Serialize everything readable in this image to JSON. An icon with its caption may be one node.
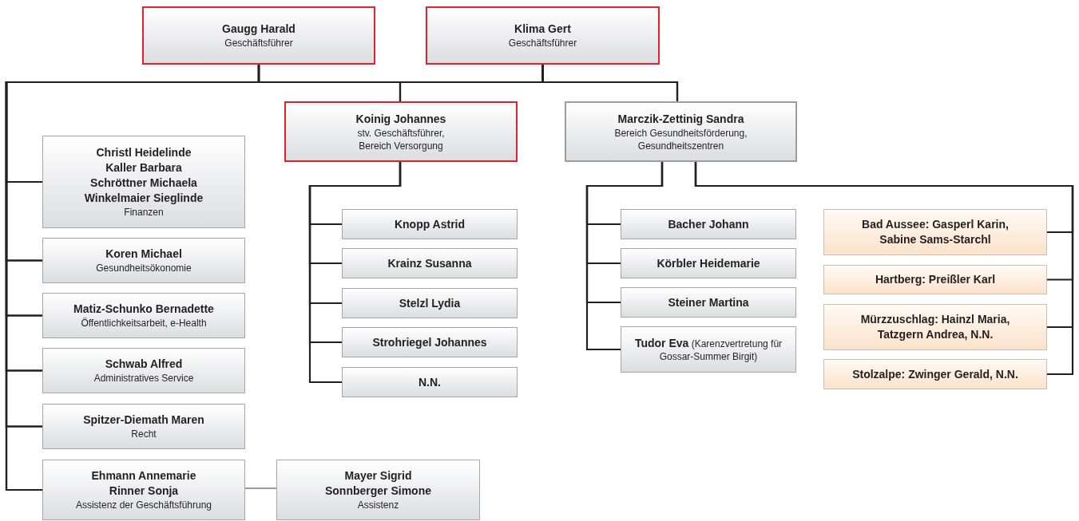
{
  "diagram": {
    "nodes": [
      {
        "text": [
          "Gaugg Harald",
          "Geschäftsführer"
        ]
      },
      {
        "text": [
          "Klima Gert",
          "Geschäftsführer"
        ]
      },
      {
        "text": [
          "Christl Heidelinde",
          "Kaller Barbara",
          "Schröttner Michaela",
          "Winkelmaier Sieglinde",
          "Finanzen"
        ]
      },
      {
        "text": [
          "Koren Michael",
          "Gesundheitsökonomie"
        ]
      },
      {
        "text": [
          "Matiz-Schunko Bernadette",
          "Öffentlichkeitsarbeit, e-Health"
        ]
      },
      {
        "text": [
          "Schwab Alfred",
          "Administratives Service"
        ]
      },
      {
        "text": [
          "Spitzer-Diemath Maren",
          "Recht"
        ]
      },
      {
        "text": [
          "Ehmann Annemarie",
          "Rinner Sonja",
          "Assistenz der Geschäftsführung"
        ]
      },
      {
        "text": [
          "Mayer Sigrid",
          "Sonnberger Simone",
          "Assistenz"
        ]
      },
      {
        "text": [
          "Koinig Johannes",
          "stv. Geschäftsführer, Bereich Versorgung"
        ]
      },
      {
        "text": [
          "Knopp Astrid"
        ]
      },
      {
        "text": [
          "Krainz Susanna"
        ]
      },
      {
        "text": [
          "Stelzl Lydia"
        ]
      },
      {
        "text": [
          "Strohriegel Johannes"
        ]
      },
      {
        "text": [
          "N.N."
        ]
      },
      {
        "text": [
          "Marczik-Zettinig Sandra",
          "Bereich Gesundheitsförderung, Gesundheitszentren"
        ]
      },
      {
        "text": [
          "Bacher Johann"
        ]
      },
      {
        "text": [
          "Körbler Heidemarie"
        ]
      },
      {
        "text": [
          "Steiner Martina"
        ]
      },
      {
        "text": [
          "**Tudor Eva** (Karenzvertretung für Gossar-Summer Birgit)"
        ]
      },
      {
        "text": [
          "Bad Aussee: Gasperl Karin, Sabine Sams-Starchl"
        ]
      },
      {
        "text": [
          "Hartberg: Preißler Karl"
        ]
      },
      {
        "text": [
          "Mürzzuschlag: Hainzl Maria, Tatzgern Andrea, N.N."
        ]
      },
      {
        "text": [
          "Stolzalpe: Zwinger Gerald, N.N."
        ]
      }
    ],
    "edges": [
      {
        "from": 0,
        "to": 2,
        "arrow": "none"
      },
      {
        "from": 0,
        "to": 3,
        "arrow": "none"
      },
      {
        "from": 0,
        "to": 4,
        "arrow": "none"
      },
      {
        "from": 0,
        "to": 5,
        "arrow": "none"
      },
      {
        "from": 0,
        "to": 6,
        "arrow": "none"
      },
      {
        "from": 0,
        "to": 7,
        "arrow": "none"
      },
      {
        "from": 0,
        "to": 9,
        "arrow": "none"
      },
      {
        "from": 0,
        "to": 15,
        "arrow": "none"
      },
      {
        "from": 1,
        "to": 2,
        "arrow": "none"
      },
      {
        "from": 1,
        "to": 3,
        "arrow": "none"
      },
      {
        "from": 1,
        "to": 4,
        "arrow": "none"
      },
      {
        "from": 1,
        "to": 5,
        "arrow": "none"
      },
      {
        "from": 1,
        "to": 6,
        "arrow": "none"
      },
      {
        "from": 1,
        "to": 7,
        "arrow": "none"
      },
      {
        "from": 1,
        "to": 9,
        "arrow": "none"
      },
      {
        "from": 1,
        "to": 15,
        "arrow": "none"
      },
      {
        "from": 7,
        "to": 8,
        "arrow": "none",
        "color": "#7a7a7a"
      },
      {
        "from": 9,
        "to": 10,
        "arrow": "none"
      },
      {
        "from": 9,
        "to": 11,
        "arrow": "none"
      },
      {
        "from": 9,
        "to": 12,
        "arrow": "none"
      },
      {
        "from": 9,
        "to": 13,
        "arrow": "none"
      },
      {
        "from": 9,
        "to": 14,
        "arrow": "none"
      },
      {
        "from": 15,
        "to": 16,
        "arrow": "none"
      },
      {
        "from": 15,
        "to": 17,
        "arrow": "none"
      },
      {
        "from": 15,
        "to": 18,
        "arrow": "none"
      },
      {
        "from": 15,
        "to": 19,
        "arrow": "none"
      },
      {
        "from": 15,
        "to": 20,
        "arrow": "none"
      },
      {
        "from": 15,
        "to": 21,
        "arrow": "none"
      },
      {
        "from": 15,
        "to": 22,
        "arrow": "none"
      },
      {
        "from": 15,
        "to": 23,
        "arrow": "none"
      }
    ]
  }
}
